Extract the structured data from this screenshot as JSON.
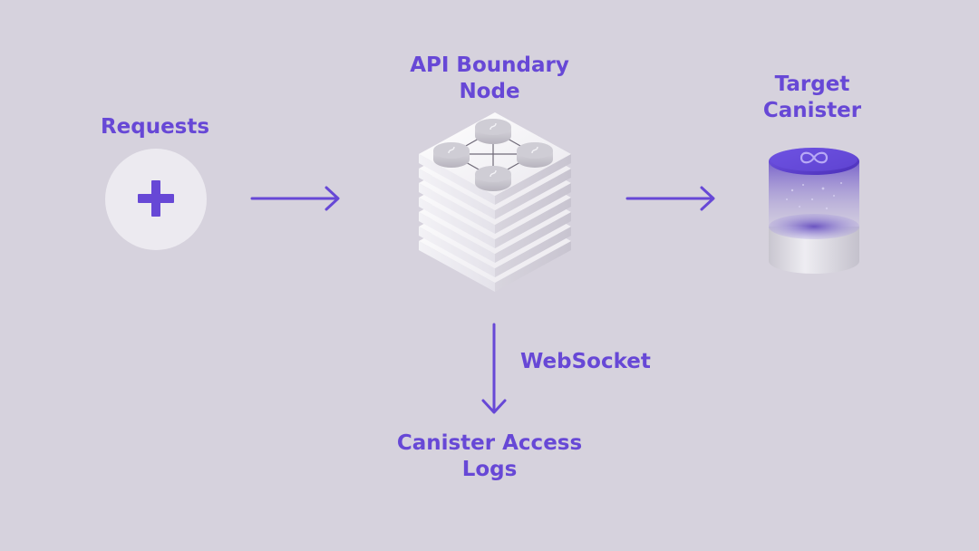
{
  "nodes": {
    "requests": {
      "label": "Requests",
      "icon": "plus-icon"
    },
    "api_boundary_node": {
      "label_line1": "API Boundary",
      "label_line2": "Node",
      "icon": "server-stack-icon"
    },
    "target_canister": {
      "label_line1": "Target",
      "label_line2": "Canister",
      "icon": "canister-icon"
    },
    "canister_access_logs": {
      "label_line1": "Canister Access",
      "label_line2": "Logs"
    }
  },
  "edges": [
    {
      "from": "requests",
      "to": "api_boundary_node",
      "label": ""
    },
    {
      "from": "api_boundary_node",
      "to": "target_canister",
      "label": ""
    },
    {
      "from": "api_boundary_node",
      "to": "canister_access_logs",
      "label": "WebSocket"
    }
  ],
  "colors": {
    "background": "#d6d2dd",
    "accent": "#6748d6",
    "node_fill": "#eceaf0"
  }
}
